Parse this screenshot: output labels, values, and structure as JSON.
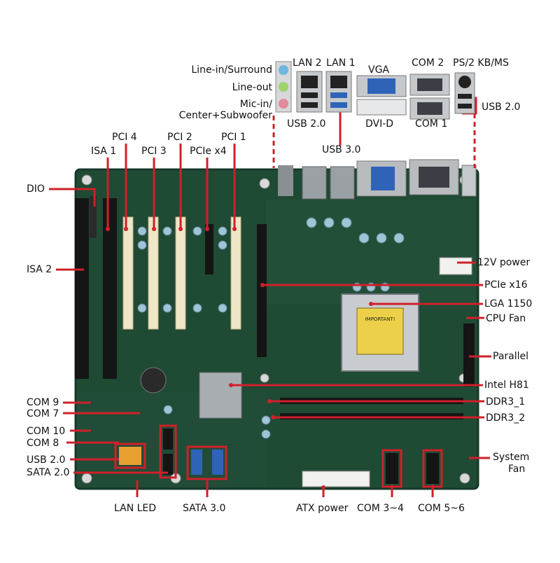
{
  "title": "",
  "colors": {
    "board": "#1f4a34",
    "board_edge": "#17382a",
    "callout": "#d0202a",
    "slot_pci": "#efe6c8",
    "slot_black": "#151515",
    "label_text": "#111111"
  },
  "top_labels": {
    "line_in": "Line-in/Surround",
    "line_out": "Line-out",
    "mic_in_1": "Mic-in/",
    "mic_in_2": "Center+Subwoofer",
    "lan2": "LAN 2",
    "lan1": "LAN 1",
    "vga": "VGA",
    "com2": "COM 2",
    "ps2": "PS/2 KB/MS",
    "usb20_top": "USB 2.0",
    "usb20_right": "USB 2.0",
    "dvi": "DVI-D",
    "com1": "COM 1",
    "usb30": "USB 3.0"
  },
  "slot_labels": {
    "pci4": "PCI 4",
    "pci2": "PCI 2",
    "pci1": "PCI 1",
    "isa1": "ISA 1",
    "pci3": "PCI 3",
    "pcie4": "PCIe x4"
  },
  "left_labels": {
    "dio": "DIO",
    "isa2": "ISA 2",
    "com9": "COM 9",
    "com7": "COM 7",
    "com10": "COM 10",
    "com8": "COM 8",
    "usb20": "USB 2.0",
    "sata20": "SATA 2.0"
  },
  "right_labels": {
    "power12": "12V power",
    "pcie16": "PCIe x16",
    "lga": "LGA 1150",
    "cpufan": "CPU Fan",
    "parallel": "Parallel",
    "h81": "Intel H81",
    "ddr1": "DDR3_1",
    "ddr2": "DDR3_2",
    "sysfan_1": "System",
    "sysfan_2": "Fan"
  },
  "bottom_labels": {
    "lanled": "LAN LED",
    "sata30": "SATA 3.0",
    "atx": "ATX power",
    "com34": "COM 3~4",
    "com56": "COM 5~6"
  },
  "cpu_sticker": {
    "heading": "IMPORTANT!"
  }
}
